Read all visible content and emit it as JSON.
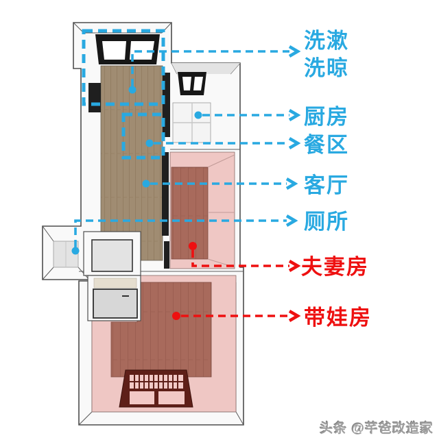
{
  "colors": {
    "blue": "#29a9e1",
    "red": "#ee1010",
    "wall_fill": "#f9f9f9",
    "wall_shade": "#e3e3e3",
    "wall_stroke": "#4d4d4d",
    "wood_floor": "#a08c72",
    "wood_line": "#897458",
    "tile_floor": "#f4f4f4",
    "tile_line": "#c6c6c6",
    "pink_wall": "#efc7c4",
    "pink_pane": "#f2c9c6",
    "bedroom_floor": "#a86a5c",
    "bedroom_line": "#8f5448",
    "maroon_window": "#5e1f18",
    "window_black": "#171717",
    "window_pane": "#ffffff",
    "shower_gray": "#d7d7d7",
    "tile_beige": "#e5decf",
    "dark_wall": "#1f1f1f",
    "watermark": "#9e9e9e"
  },
  "callouts": {
    "washing": {
      "lines": [
        "洗漱",
        "洗晾"
      ]
    },
    "kitchen": {
      "label": "厨房"
    },
    "dining": {
      "label": "餐区"
    },
    "living": {
      "label": "客厅"
    },
    "toilet": {
      "label": "厕所"
    },
    "couple": {
      "label": "夫妻房"
    },
    "kids": {
      "label": "带娃房"
    }
  },
  "watermark": {
    "text": "头条 @芊爸改造家"
  }
}
